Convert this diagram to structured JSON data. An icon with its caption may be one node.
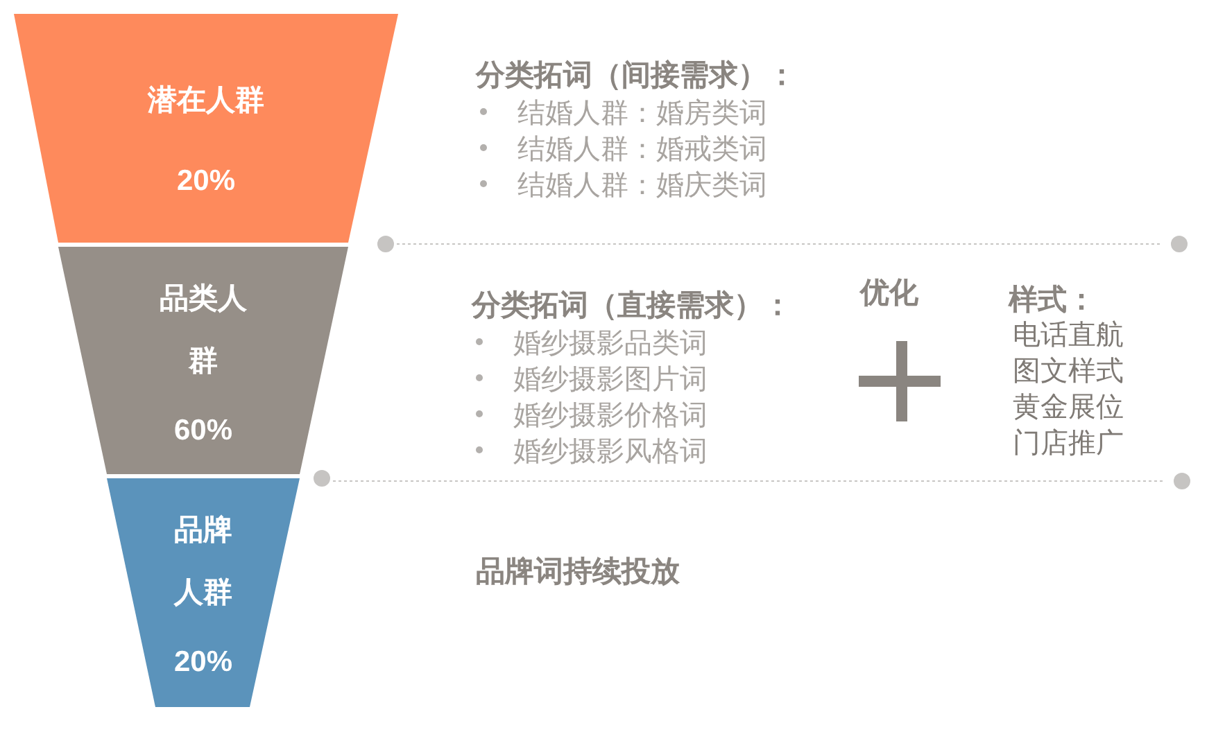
{
  "diagram": {
    "nodes": [
      {
        "text": [
          "潜在人群",
          "20%"
        ]
      },
      {
        "text": [
          "品类人群",
          "60%"
        ]
      },
      {
        "text": [
          "品牌人群",
          "20%"
        ]
      }
    ],
    "edges": [],
    "labels": [
      "分类拓词（间接需求）：",
      "结婚人群：婚房类词",
      "结婚人群：婚戒类词",
      "结婚人群：婚庆类词",
      "分类拓词（直接需求）：",
      "婚纱摄影品类词",
      "婚纱摄影图片词",
      "婚纱摄影价格词",
      "婚纱摄影风格词",
      "优化",
      "样式：",
      "电话直航",
      "图文样式",
      "黄金展位",
      "门店推广",
      "品牌词持续投放"
    ]
  }
}
